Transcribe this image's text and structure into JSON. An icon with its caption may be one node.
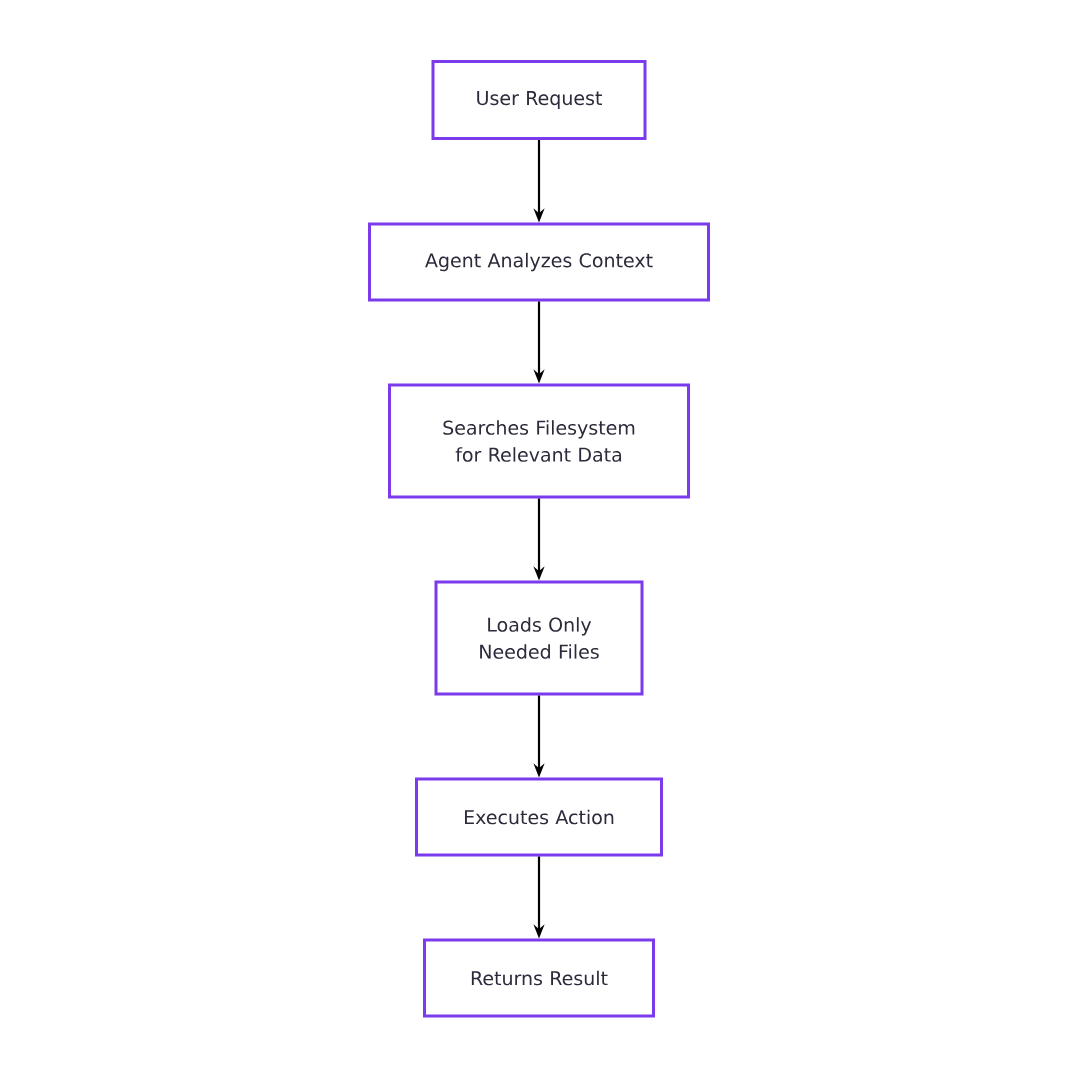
{
  "diagram": {
    "nodes": [
      {
        "text": [
          "User Request"
        ]
      },
      {
        "text": [
          "Agent Analyzes Context"
        ]
      },
      {
        "text": [
          "Searches Filesystem for Relevant Data"
        ]
      },
      {
        "text": [
          "Loads Only Needed Files"
        ]
      },
      {
        "text": [
          "Executes Action"
        ]
      },
      {
        "text": [
          "Returns Result"
        ]
      }
    ],
    "edges": [
      {
        "from": 0,
        "to": 1,
        "arrow": "to"
      },
      {
        "from": 1,
        "to": 2,
        "arrow": "to"
      },
      {
        "from": 2,
        "to": 3,
        "arrow": "to"
      },
      {
        "from": 3,
        "to": 4,
        "arrow": "to"
      },
      {
        "from": 4,
        "to": 5,
        "arrow": "to"
      }
    ]
  }
}
